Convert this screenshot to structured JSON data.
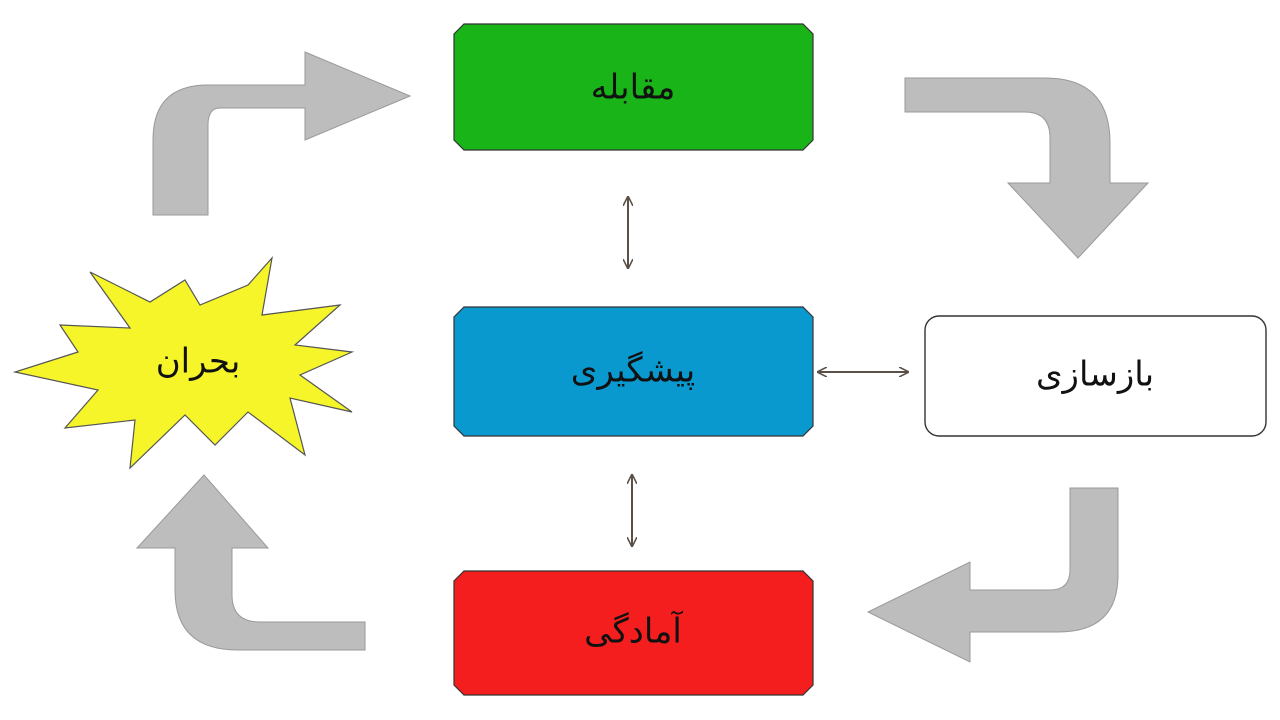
{
  "nodes": {
    "crisis": {
      "label": "بحران",
      "color": "#f5f52a"
    },
    "response": {
      "label": "مقابله",
      "color": "#18b418"
    },
    "prevention": {
      "label": "پیشگیری",
      "color": "#0a99cf"
    },
    "reconstruction": {
      "label": "بازسازی",
      "color": "#ffffff"
    },
    "preparedness": {
      "label": "آمادگی",
      "color": "#f51e1e"
    }
  },
  "colors": {
    "cycle_arrow": "#bdbdbd",
    "link_arrow": "#5a5048"
  }
}
